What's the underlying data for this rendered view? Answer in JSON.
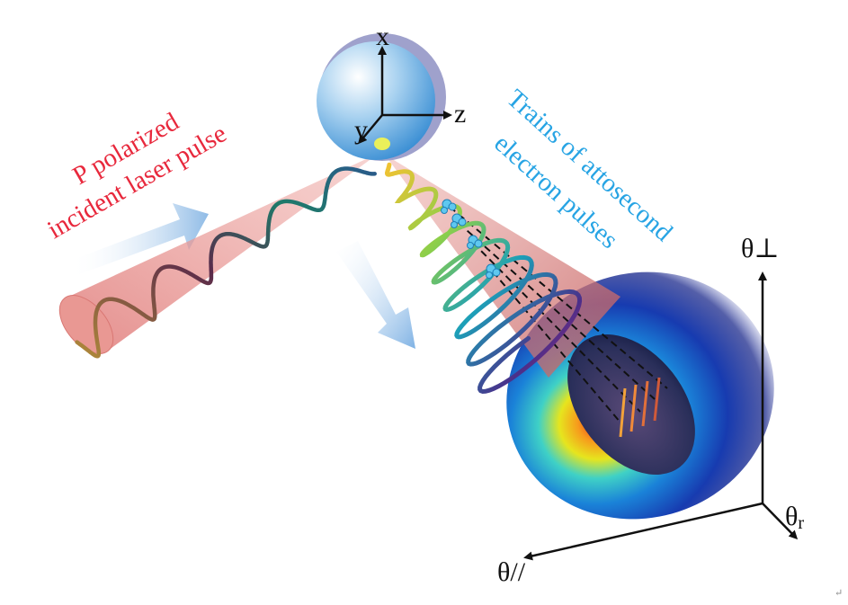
{
  "labels": {
    "incident_line1": "P polarized",
    "incident_line2": "incident laser pulse",
    "trains_line1": "Trains of attosecond",
    "trains_line2": "electron pulses",
    "axis_x": "x",
    "axis_y": "y",
    "axis_z": "z",
    "theta_perp": "θ⊥",
    "theta_r_main": "θ",
    "theta_r_sub": "r",
    "theta_parallel": "θ//",
    "return_mark": "↵"
  },
  "colors": {
    "incident_label": "#e8283c",
    "trains_label": "#27a4e4",
    "cone": "#e89a98",
    "arrow": "#8fbbe6"
  }
}
